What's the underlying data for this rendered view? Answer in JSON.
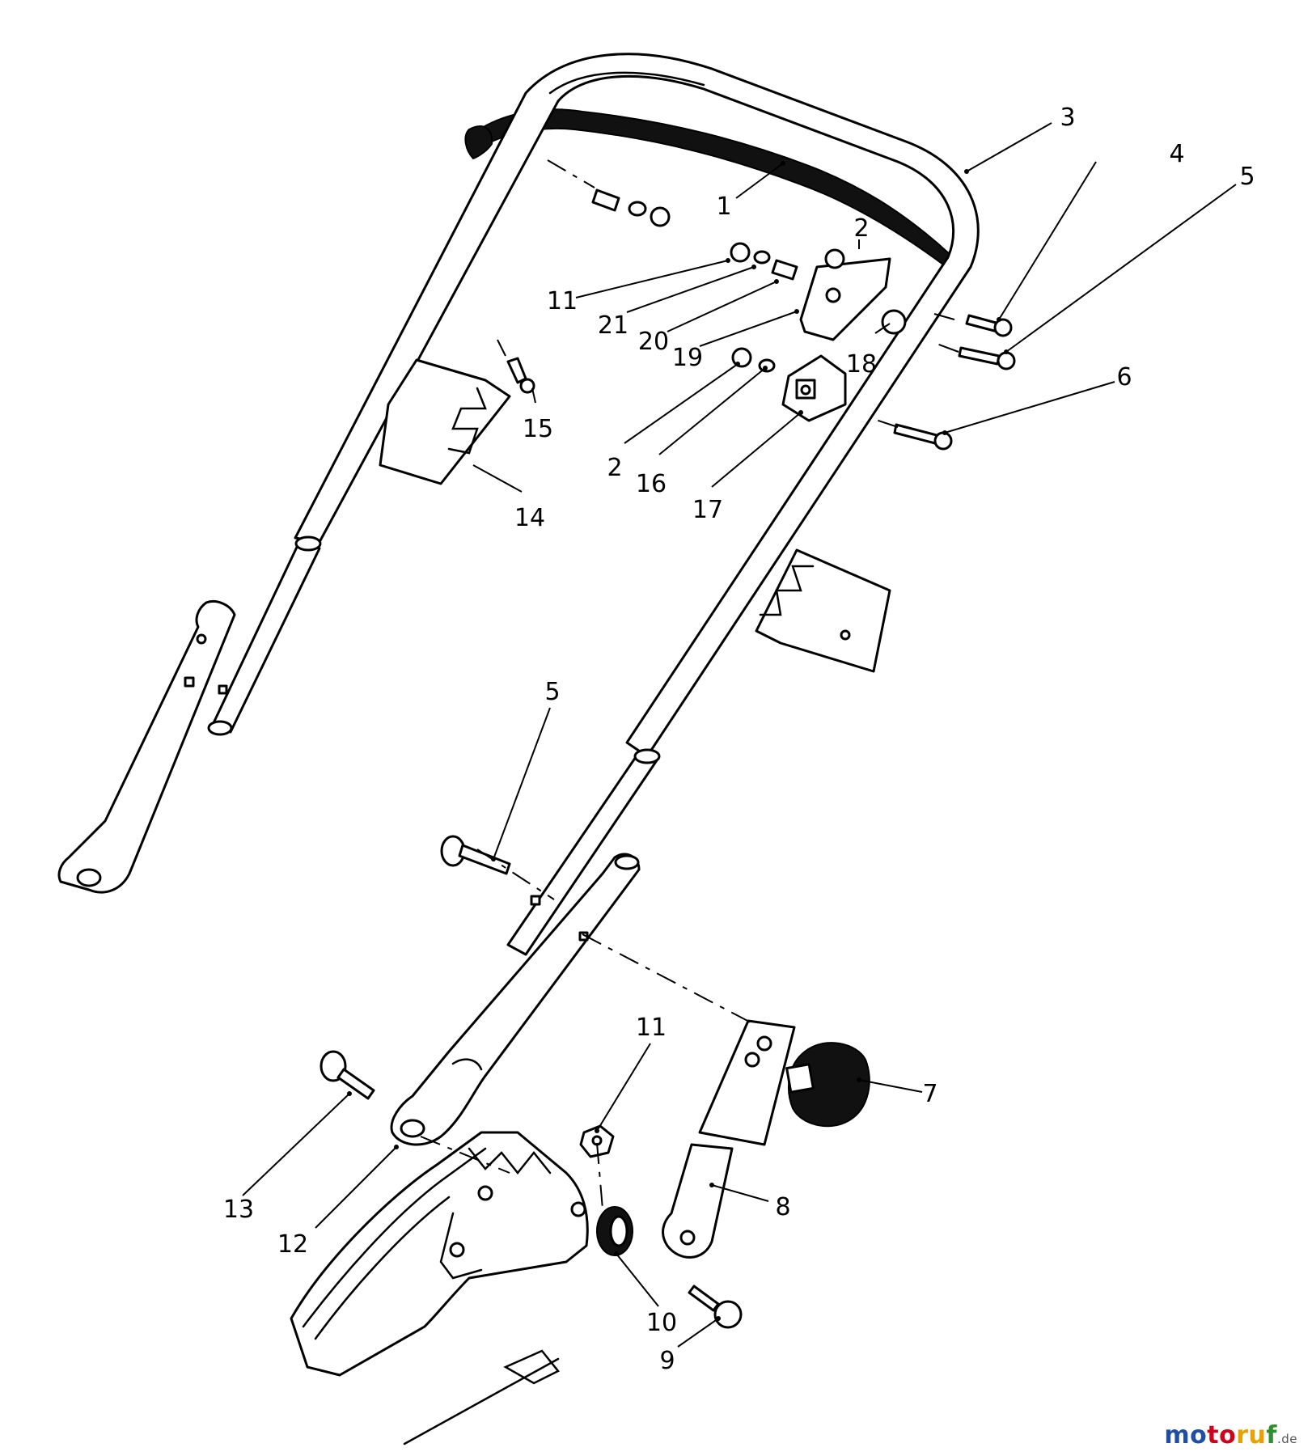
{
  "callouts": {
    "c1": "1",
    "c2a": "2",
    "c2b": "2",
    "c3": "3",
    "c4": "4",
    "c5a": "5",
    "c5b": "5",
    "c6": "6",
    "c7": "7",
    "c8": "8",
    "c9": "9",
    "c10": "10",
    "c11a": "11",
    "c11b": "11",
    "c12": "12",
    "c13": "13",
    "c14": "14",
    "c15": "15",
    "c16": "16",
    "c17": "17",
    "c18": "18",
    "c19": "19",
    "c20": "20",
    "c21": "21"
  },
  "watermark": {
    "a": "mo",
    "b": "to",
    "c": "ru",
    "d": "f",
    "tld": ".de"
  }
}
